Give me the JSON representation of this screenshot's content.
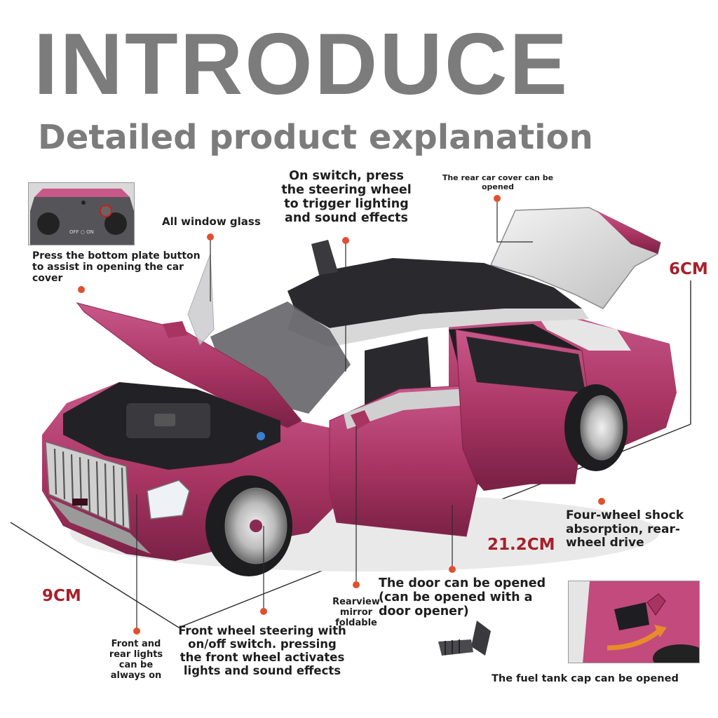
{
  "header": {
    "title": "INTRODUCE",
    "subtitle": "Detailed product explanation"
  },
  "callouts": {
    "bottom_plate": "Press the bottom plate button to assist in opening the car cover",
    "window_glass": "All window glass",
    "switch_steering": "On switch, press the steering wheel to trigger lighting and sound effects",
    "rear_cover": "The rear car cover can be opened",
    "shock_absorption": "Four-wheel shock absorption, rear-wheel drive",
    "door": "The door can be opened (can be opened with a door opener)",
    "rearview_mirror": "Rearview mirror foldable",
    "front_wheel": "Front wheel steering with on/off switch. pressing the front wheel activates lights and sound effects",
    "lights": "Front and rear lights can be always on",
    "fuel_cap": "The fuel tank cap can be opened"
  },
  "inset_text": {
    "switch_marks": "OFF  ○ ON"
  },
  "dimensions": {
    "height": "6CM",
    "length": "21.2CM",
    "width": "9CM"
  },
  "colors": {
    "title": "#7c7c7c",
    "dimension": "#a8202a",
    "car_body": "#b23a6a",
    "roof": "#2a2a2e",
    "silver": "#d9d9d9",
    "marker": "#e0502f"
  }
}
